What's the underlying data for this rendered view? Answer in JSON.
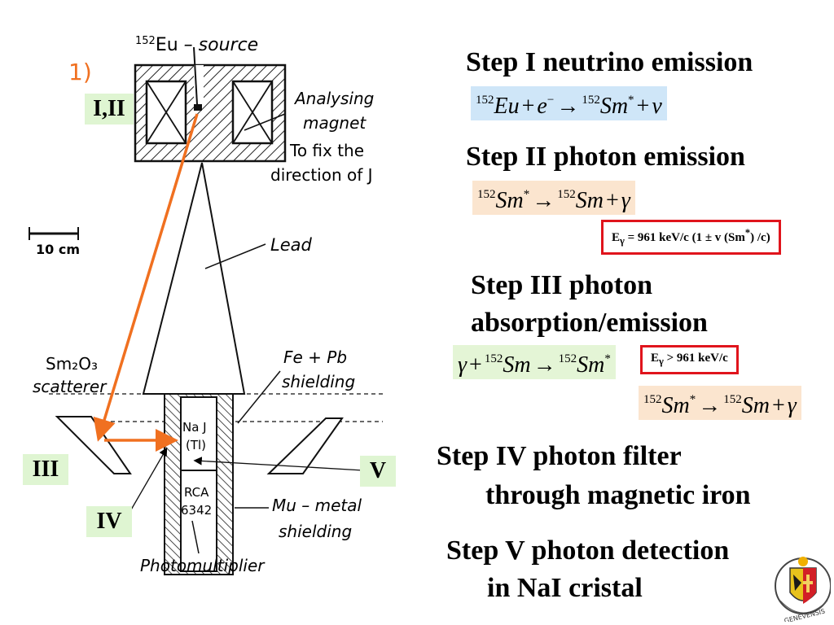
{
  "diagram": {
    "panel_number": "1)",
    "source_label_mass": "152",
    "source_label_element": "Eu",
    "source_label_rest": " – source",
    "magnet_label_line1": "Analysing",
    "magnet_label_line2": "magnet",
    "fix_label_line1": "To fix the",
    "fix_label_line2": "direction of J",
    "scale_label": "10 cm",
    "lead_label": "Lead",
    "scatterer_line1": "Sm₂O₃",
    "scatterer_line2": "scatterer",
    "shield_line1": "Fe + Pb",
    "shield_line2": "shielding",
    "crystal_line1": "Na J",
    "crystal_line2": "(Tl)",
    "tube_line1": "RCA",
    "tube_line2": "6342",
    "mu_line1": "Mu – metal",
    "mu_line2": "shielding",
    "pm_label": "Photomultiplier",
    "arrow_color": "#f07020"
  },
  "labels": {
    "i_ii": "I,II",
    "iii": "III",
    "iv": "IV",
    "v": "V"
  },
  "steps": {
    "s1": "Step I neutrino emission",
    "s2": "Step II photon emission",
    "s3_line1": "Step III photon",
    "s3_line2": "absorption/emission",
    "s4_line1": "Step IV photon filter",
    "s4_line2": "through magnetic iron",
    "s5_line1": "Step V photon detection",
    "s5_line2": "in NaI cristal"
  },
  "equations": {
    "eq1": {
      "m1": "152",
      "a": "Eu",
      "op1": "+",
      "b": "e",
      "b_sup": "−",
      "arrow": "→",
      "m2": "152",
      "c": "Sm",
      "c_sup": "*",
      "op2": "+",
      "d": "ν"
    },
    "eq2": {
      "m1": "152",
      "a": "Sm",
      "a_sup": "*",
      "arrow": "→",
      "m2": "152",
      "b": "Sm",
      "op": "+",
      "c": "γ"
    },
    "eq3": {
      "g": "γ",
      "op": "+",
      "m1": "152",
      "a": "Sm",
      "arrow": "→",
      "m2": "152",
      "b": "Sm",
      "b_sup": "*"
    },
    "eq4": {
      "m1": "152",
      "a": "Sm",
      "a_sup": "*",
      "arrow": "→",
      "m2": "152",
      "b": "Sm",
      "op": "+",
      "c": "γ"
    }
  },
  "boxes": {
    "energy1_E": "E",
    "energy1_sub": "γ",
    "energy1_rest": " = 961 keV/c (1 ± v (Sm",
    "energy1_sup": "*",
    "energy1_end": ") /c)",
    "energy2_E": "E",
    "energy2_sub": "γ",
    "energy2_rest": " > 961 keV/c"
  },
  "colors": {
    "eq1_bg": "#cfe6f8",
    "eq2_bg": "#fbe5cf",
    "eq3_bg": "#e4f5d6",
    "eq4_bg": "#fbe5cf",
    "label_bg": "#dff5d2",
    "red_border": "#e0141c"
  },
  "logo": {
    "text": "GENEVENSIS"
  }
}
